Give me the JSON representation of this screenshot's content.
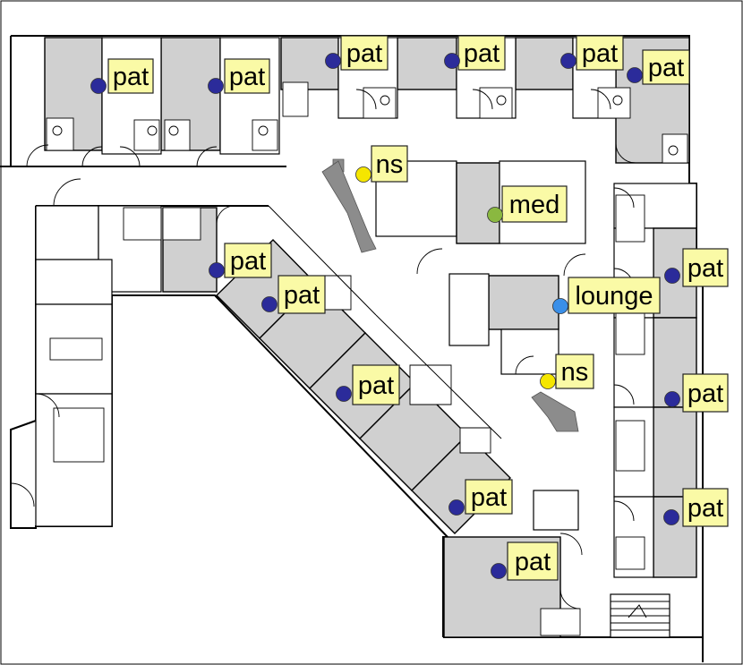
{
  "legend_colors": {
    "patient": "#2b2b9a",
    "nurse_station": "#f5e600",
    "medication": "#8ab840",
    "lounge": "#3a8fe8"
  },
  "markers": [
    {
      "label": "pat",
      "kind": "patient"
    },
    {
      "label": "pat",
      "kind": "patient"
    },
    {
      "label": "pat",
      "kind": "patient"
    },
    {
      "label": "pat",
      "kind": "patient"
    },
    {
      "label": "pat",
      "kind": "patient"
    },
    {
      "label": "pat",
      "kind": "patient"
    },
    {
      "label": "ns",
      "kind": "nurse_station"
    },
    {
      "label": "med",
      "kind": "medication"
    },
    {
      "label": "pat",
      "kind": "patient"
    },
    {
      "label": "pat",
      "kind": "patient"
    },
    {
      "label": "pat",
      "kind": "patient"
    },
    {
      "label": "lounge",
      "kind": "lounge"
    },
    {
      "label": "ns",
      "kind": "nurse_station"
    },
    {
      "label": "pat",
      "kind": "patient"
    },
    {
      "label": "pat",
      "kind": "patient"
    },
    {
      "label": "pat",
      "kind": "patient"
    },
    {
      "label": "pat",
      "kind": "patient"
    },
    {
      "label": "pat",
      "kind": "patient"
    }
  ]
}
